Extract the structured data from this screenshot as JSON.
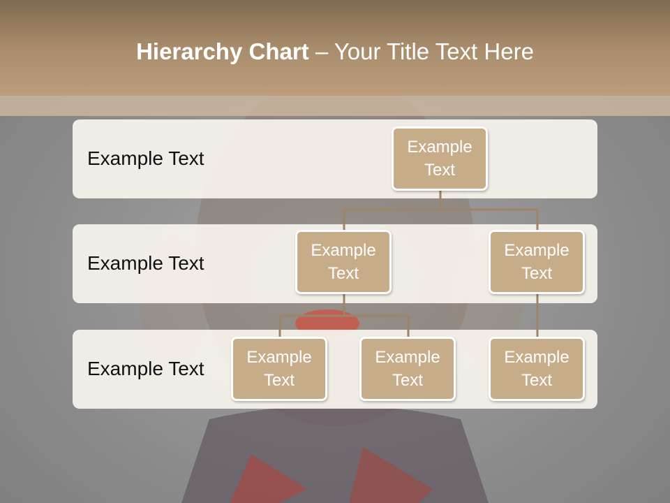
{
  "title": {
    "bold_part": "Hierarchy Chart",
    "rest": " – Your Title Text Here"
  },
  "rows": [
    {
      "label": "Example Text"
    },
    {
      "label": "Example Text"
    },
    {
      "label": "Example Text"
    }
  ],
  "nodes": {
    "root": "Example\nText",
    "level2_left": "Example\nText",
    "level2_right": "Example\nText",
    "level3_a": "Example\nText",
    "level3_b": "Example\nText",
    "level3_c": "Example\nText"
  },
  "colors": {
    "header": "#a88c6c",
    "node_fill": "#c7ac8a",
    "node_border": "#ffffff",
    "connector": "#9e8466",
    "row_band": "#f7f3ed"
  }
}
